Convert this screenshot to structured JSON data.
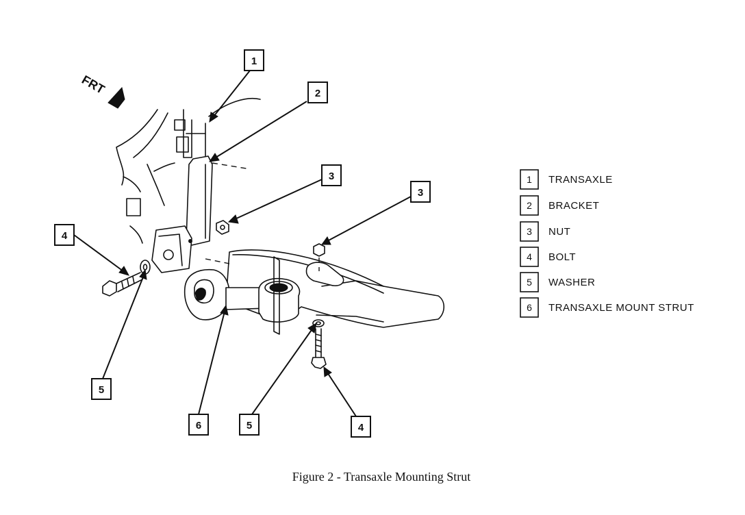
{
  "figure": {
    "caption": "Figure 2 - Transaxle Mounting Strut",
    "front_indicator": "FRT",
    "callouts": [
      "1",
      "2",
      "3",
      "3",
      "4",
      "5",
      "6",
      "5",
      "4"
    ],
    "legend": [
      {
        "num": "1",
        "label": "TRANSAXLE"
      },
      {
        "num": "2",
        "label": "BRACKET"
      },
      {
        "num": "3",
        "label": "NUT"
      },
      {
        "num": "4",
        "label": "BOLT"
      },
      {
        "num": "5",
        "label": "WASHER"
      },
      {
        "num": "6",
        "label": "TRANSAXLE MOUNT STRUT"
      }
    ]
  }
}
